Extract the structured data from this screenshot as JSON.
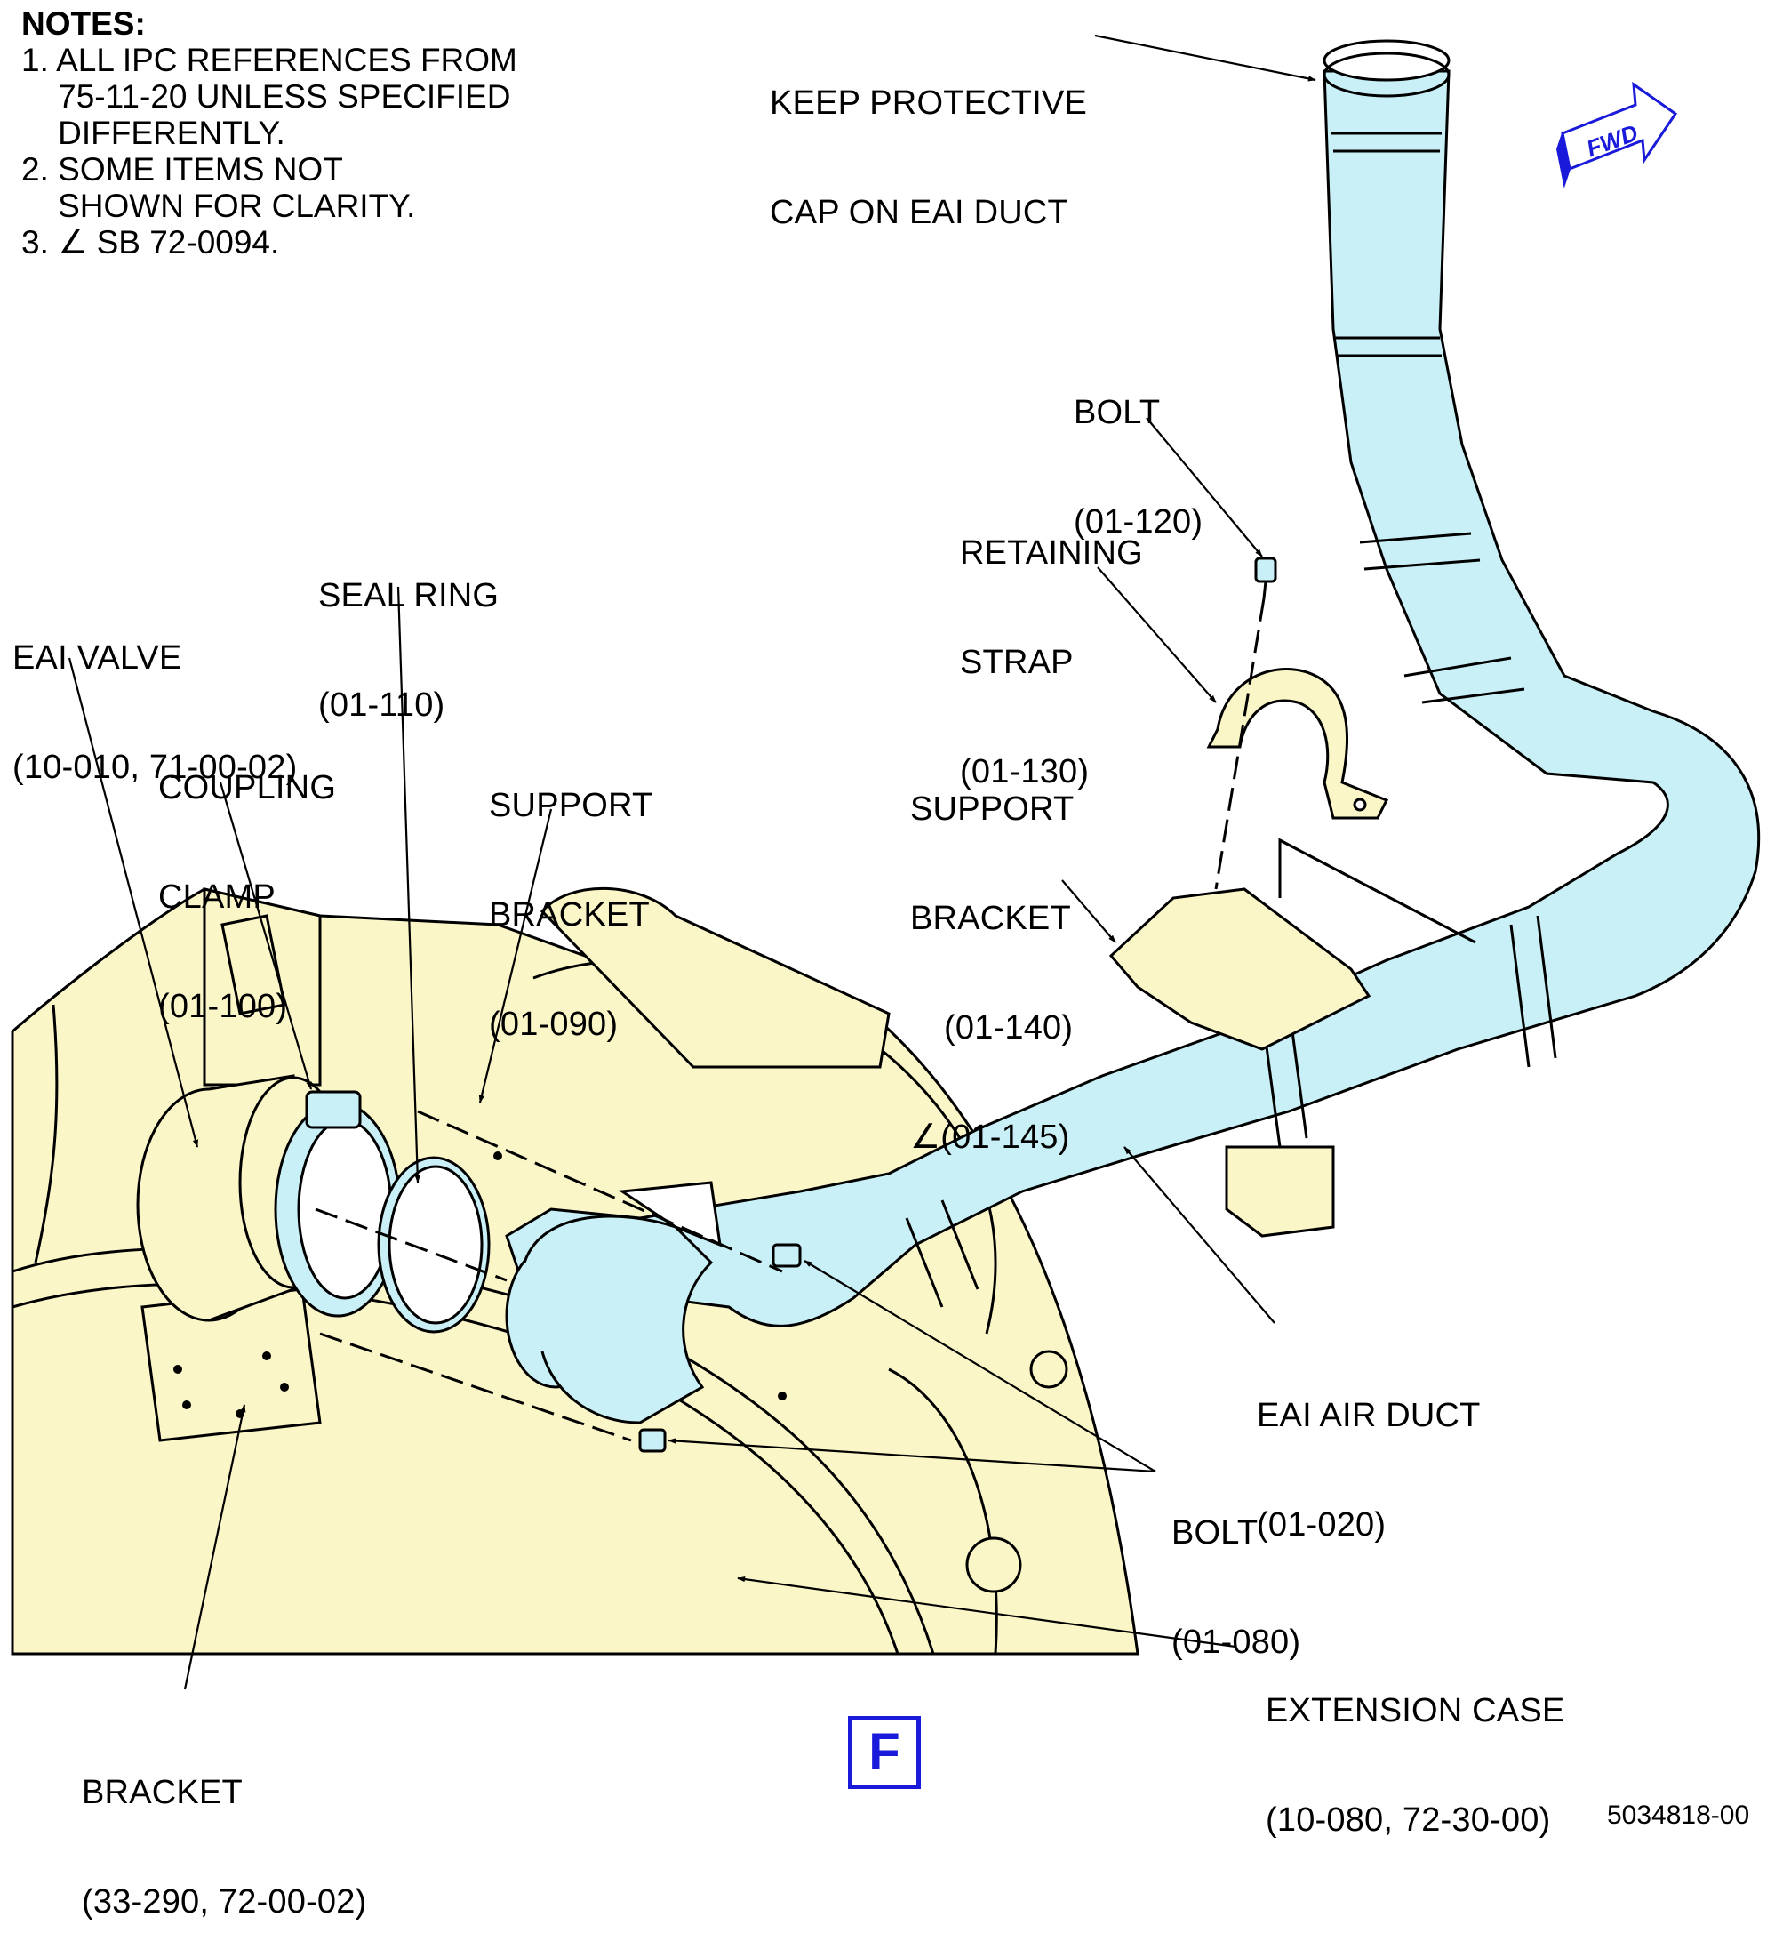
{
  "notes": {
    "heading": "NOTES:",
    "items": [
      "1. ALL IPC REFERENCES FROM",
      "    75-11-20 UNLESS SPECIFIED",
      "    DIFFERENTLY.",
      "2. SOME ITEMS NOT",
      "    SHOWN FOR CLARITY.",
      "3. ∠ SB 72-0094."
    ]
  },
  "callouts": {
    "keep_cap": [
      "KEEP PROTECTIVE",
      "CAP ON EAI DUCT"
    ],
    "bolt_120": [
      "BOLT",
      "(01-120)"
    ],
    "retaining_strap": [
      "RETAINING",
      "STRAP",
      "(01-130)"
    ],
    "support_bracket_140": [
      "SUPPORT",
      "BRACKET",
      "(01-140)",
      "∠(01-145)"
    ],
    "seal_ring": [
      "SEAL RING",
      "(01-110)"
    ],
    "eai_valve": [
      "EAI VALVE",
      "(10-010, 71-00-02)"
    ],
    "coupling_clamp": [
      "COUPLING",
      "CLAMP",
      "(01-100)"
    ],
    "support_bracket_090": [
      "SUPPORT",
      "BRACKET",
      "(01-090)"
    ],
    "eai_air_duct": [
      "EAI AIR DUCT",
      "(01-020)"
    ],
    "bolt_080": [
      "BOLT",
      "(01-080)"
    ],
    "extension_case": [
      "EXTENSION CASE",
      "(10-080, 72-30-00)"
    ],
    "bracket_290": [
      "BRACKET",
      "(33-290, 72-00-02)"
    ]
  },
  "fwd_label": "FWD",
  "view_label": "F",
  "doc_number": "5034818-00",
  "colors": {
    "duct": "#c9f0f6",
    "engine": "#fbf6c8",
    "accent": "#1a1adb",
    "line": "#000000"
  }
}
